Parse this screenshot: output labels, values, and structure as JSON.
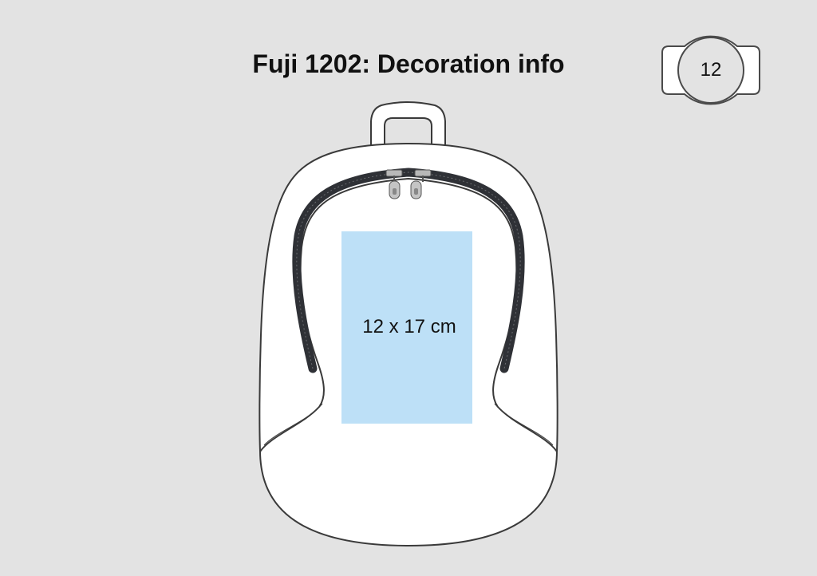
{
  "header": {
    "title": "Fuji 1202: Decoration info"
  },
  "badge": {
    "icon": "decoration-method-icon",
    "label": "12"
  },
  "product": {
    "illustration": "backpack-icon",
    "print_area_label": "12 x 17 cm",
    "print_area_color": "#bde0f7"
  }
}
